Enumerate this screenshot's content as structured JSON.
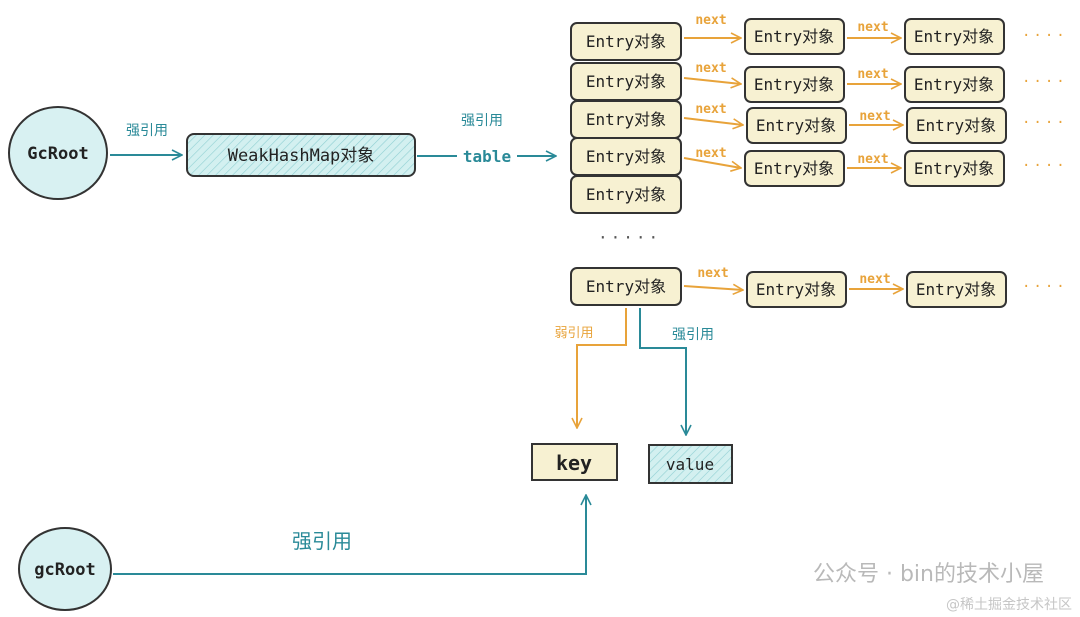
{
  "nodes": {
    "gcroot_top": "GcRoot",
    "weakhashmap": "WeakHashMap对象",
    "gcroot_bottom": "gcRoot",
    "key": "key",
    "value": "value"
  },
  "labels": {
    "strong_ref": "强引用",
    "weak_ref": "弱引用",
    "table": "table",
    "next": "next",
    "entry": "Entry对象",
    "dots_h": "····",
    "dots_v": "·····"
  },
  "watermark": {
    "main": "公众号 · bin的技术小屋",
    "sub": "@稀土掘金技术社区"
  },
  "colors": {
    "teal": "#2a8a98",
    "orange": "#e8a33a",
    "entry_fill": "#f7f1d2",
    "map_fill": "#cdeeee"
  }
}
